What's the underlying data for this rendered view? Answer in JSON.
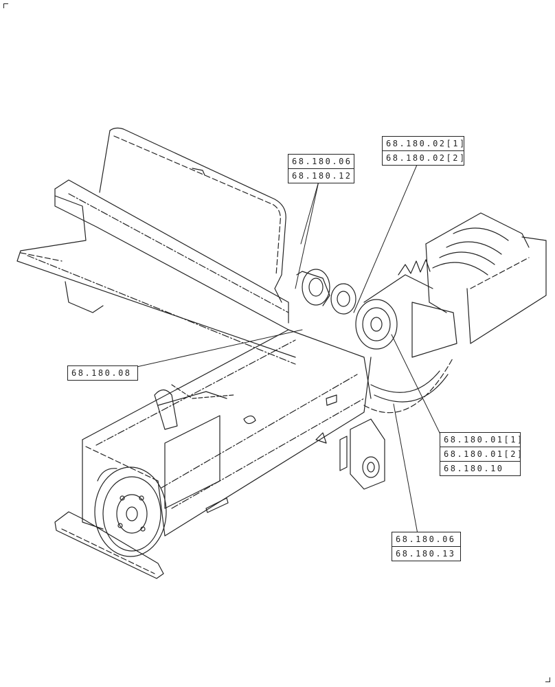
{
  "callouts": [
    {
      "id": "top-left",
      "refs": [
        "68.180.06",
        "68.180.12"
      ]
    },
    {
      "id": "top-right",
      "refs": [
        "68.180.02[1]",
        "68.180.02[2]"
      ]
    },
    {
      "id": "mid-left",
      "refs": [
        "68.180.08"
      ]
    },
    {
      "id": "mid-right",
      "refs": [
        "68.180.01[1]",
        "68.180.01[2]",
        "68.180.10"
      ]
    },
    {
      "id": "bottom-right",
      "refs": [
        "68.180.06",
        "68.180.13"
      ]
    }
  ],
  "colors": {
    "ink": "#222222",
    "paper": "#ffffff"
  }
}
